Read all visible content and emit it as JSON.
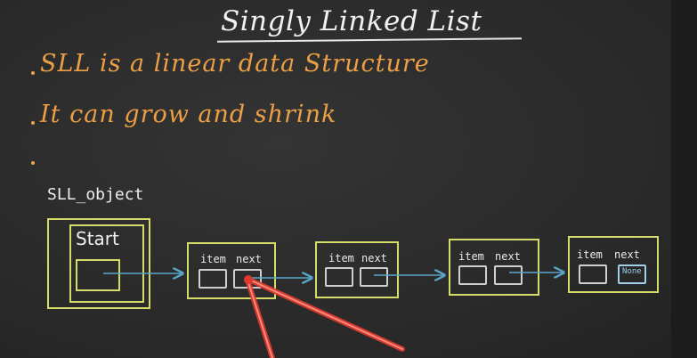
{
  "title": "Singly Linked List",
  "bullets": [
    "SLL is a linear data Structure",
    "It can grow and shrink",
    ""
  ],
  "diagram": {
    "object_label": "SLL_object",
    "start_label": "Start",
    "nodes": [
      {
        "item_label": "item",
        "next_label": "next",
        "next_value": ""
      },
      {
        "item_label": "item",
        "next_label": "next",
        "next_value": ""
      },
      {
        "item_label": "item",
        "next_label": "next",
        "next_value": ""
      },
      {
        "item_label": "item",
        "next_label": "next",
        "next_value": "None"
      }
    ]
  },
  "colors": {
    "board": "#2b2b2b",
    "title_text": "#f1f1f1",
    "bullet_text": "#ec9f45",
    "node_border": "#d6dc6a",
    "arrow": "#5aa6c9",
    "pointer_red": "#e03a2f"
  }
}
